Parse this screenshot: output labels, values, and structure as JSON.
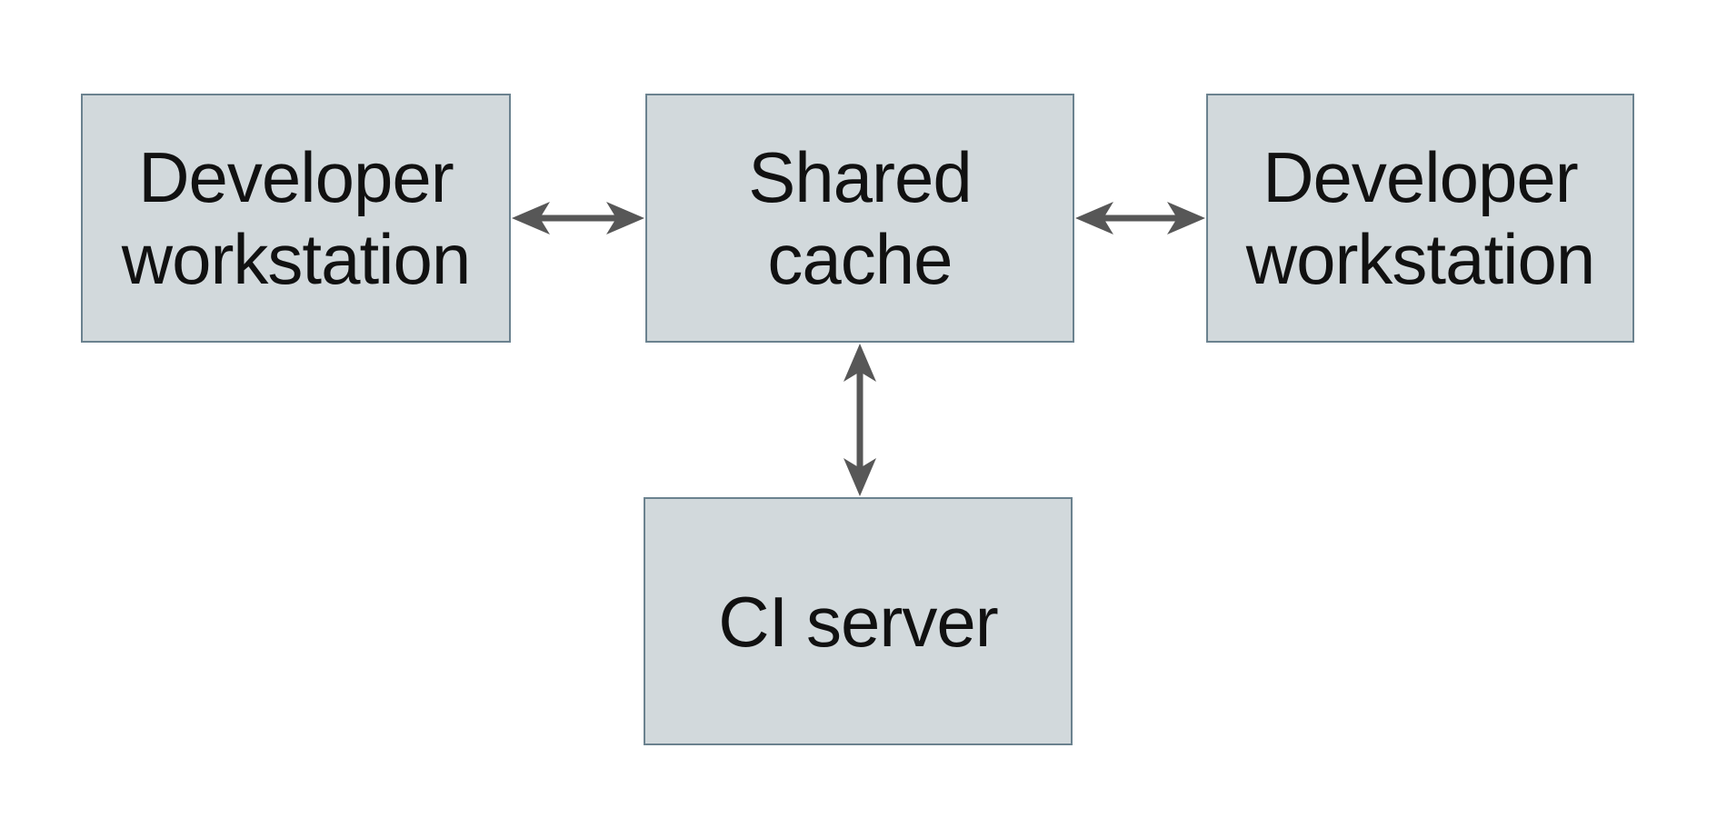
{
  "colors": {
    "background": "#ffffff",
    "box_fill": "#d2d9dc",
    "box_border": "#6b828f",
    "arrow": "#575757",
    "text": "#111111"
  },
  "diagram": {
    "nodes": [
      {
        "id": "developer-workstation-left",
        "label": "Developer workstation",
        "lines": [
          "Developer",
          "workstation"
        ]
      },
      {
        "id": "shared-cache",
        "label": "Shared cache",
        "lines": [
          "Shared",
          "cache"
        ]
      },
      {
        "id": "developer-workstation-right",
        "label": "Developer workstation",
        "lines": [
          "Developer",
          "workstation"
        ]
      },
      {
        "id": "ci-server",
        "label": "CI server",
        "lines": [
          "CI server"
        ]
      }
    ],
    "edges": [
      {
        "from": "developer-workstation-left",
        "to": "shared-cache",
        "type": "bidirectional"
      },
      {
        "from": "shared-cache",
        "to": "developer-workstation-right",
        "type": "bidirectional"
      },
      {
        "from": "shared-cache",
        "to": "ci-server",
        "type": "bidirectional"
      }
    ]
  }
}
